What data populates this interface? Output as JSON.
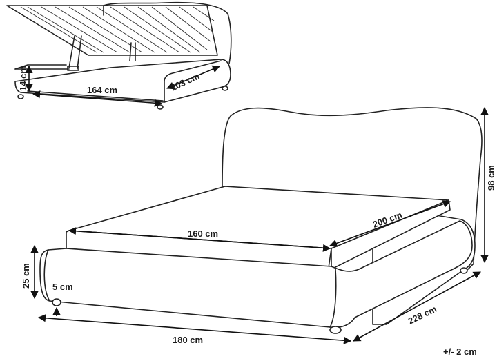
{
  "storage_view": {
    "labels": {
      "height": "14 cm",
      "width": "164 cm",
      "length": "203 cm"
    }
  },
  "main_view": {
    "labels": {
      "height_total": "98 cm",
      "mattress_length": "200 cm",
      "mattress_width": "160 cm",
      "frame_height": "25 cm",
      "leg_height": "5 cm",
      "overall_length": "228 cm",
      "overall_width": "180 cm"
    }
  },
  "tolerance": "+/- 2 cm"
}
